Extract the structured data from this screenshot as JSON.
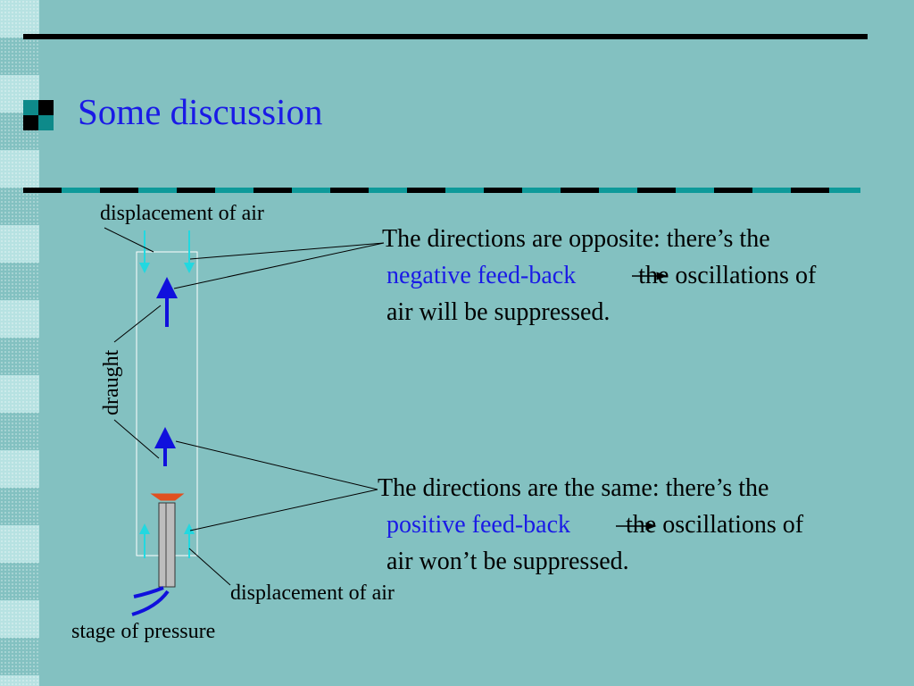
{
  "slide": {
    "title": "Some discussion"
  },
  "diagram": {
    "label_top": "displacement of air",
    "label_draught": "draught",
    "label_bottom": "displacement of air",
    "label_pressure": "stage of pressure"
  },
  "statement_opposite": {
    "line1": "The directions are opposite: there’s the",
    "highlight": "negative feed-back",
    "line2_rest": "the oscillations of",
    "line3": "air will be suppressed."
  },
  "statement_same": {
    "line1": "The directions are the same: there’s the",
    "highlight": "positive feed-back",
    "line2_rest": "the oscillations of",
    "line3": "air won’t be suppressed."
  },
  "colors": {
    "background": "#83c1c1",
    "title": "#1a1ae6",
    "highlight": "#1a1ae6",
    "arrow_blue": "#1010dd",
    "arrow_cyan": "#22d8e0",
    "cap": "#e05020"
  }
}
